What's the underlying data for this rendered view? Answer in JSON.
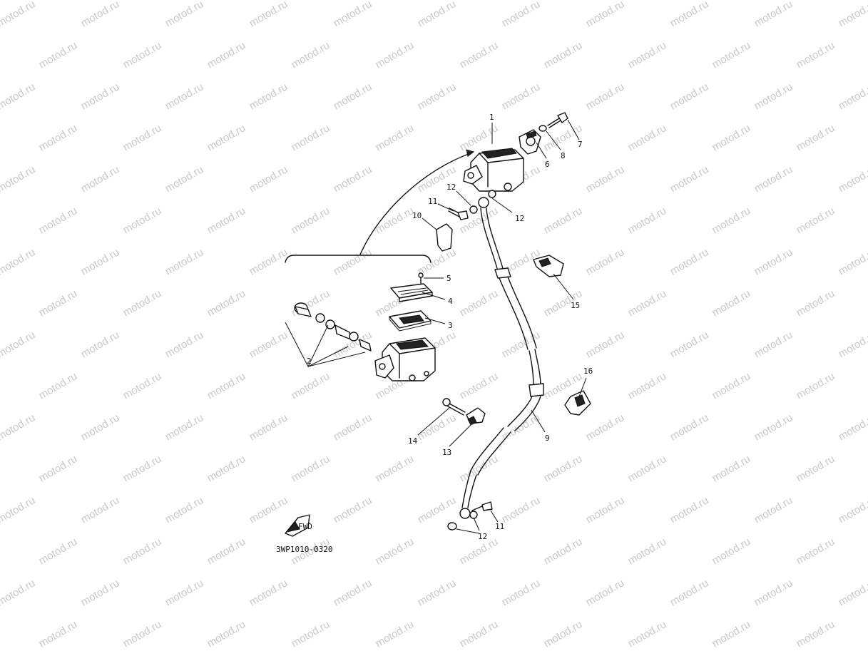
{
  "watermark": {
    "text": "motod.ru"
  },
  "diagram": {
    "code": "3WP1010-0320",
    "fwd_label": "FWD",
    "callouts": {
      "p1": "1",
      "p2": "2",
      "p3": "3",
      "p4": "4",
      "p5": "5",
      "p6": "6",
      "p7": "7",
      "p8": "8",
      "p9": "9",
      "p10": "10",
      "p11a": "11",
      "p11b": "11",
      "p12a": "12",
      "p12b": "12",
      "p12c": "12",
      "p13": "13",
      "p14": "14",
      "p15": "15",
      "p16": "16"
    }
  }
}
